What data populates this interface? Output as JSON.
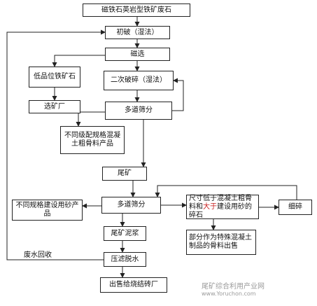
{
  "nodes": {
    "ore": "磁铁石英岩型铁矿废石",
    "crush1": "初破（湿法）",
    "magsep": "磁选",
    "lowgrade": "低品位铁矿石",
    "plant": "选矿厂",
    "crush2": "二次破碎（湿法）",
    "screen1": "多道筛分",
    "aggregate": "不同级配规格混凝土粗骨料产品",
    "tailings": "尾矿",
    "screen2": "多道筛分",
    "sand": "不同规格建设用砂产品",
    "gravel": {
      "part1": "尺寸低于混凝土粗骨料和",
      "highlight": "大于",
      "part2": "建设用砂的碎石"
    },
    "fine": "细碎",
    "special": "部分作为特殊混凝土制品的骨料出售",
    "slurry": "尾矿泥浆",
    "filter": "压滤脱水",
    "brick": "出售给烧结砖厂"
  },
  "labels": {
    "water": "废水回收"
  },
  "watermark": {
    "site": "尾矿综合利用产业网",
    "url": "www.Yoruchon.com"
  }
}
